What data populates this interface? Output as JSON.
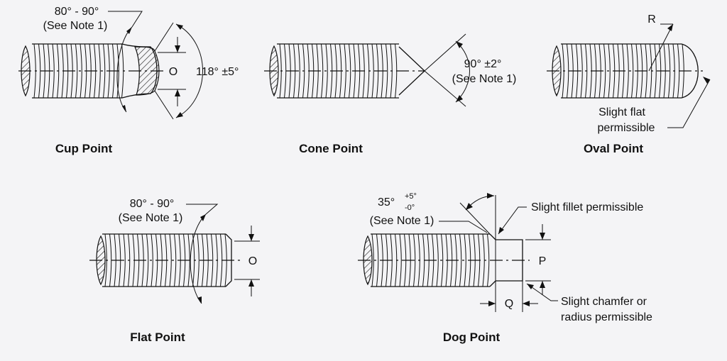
{
  "cup": {
    "title": "Cup Point",
    "angle": "80° - 90°",
    "note": "(See Note 1)",
    "dim": "O",
    "angle2": "118° ±5°"
  },
  "cone": {
    "title": "Cone Point",
    "angle": "90° ±2°",
    "note": "(See Note 1)"
  },
  "oval": {
    "title": "Oval Point",
    "radius": "R",
    "flat_line1": "Slight flat",
    "flat_line2": "permissible"
  },
  "flat": {
    "title": "Flat Point",
    "angle": "80° - 90°",
    "note": "(See Note 1)",
    "dim": "O"
  },
  "dog": {
    "title": "Dog Point",
    "angle": "35°",
    "tol_plus": "+5°",
    "tol_minus": "-0°",
    "note": "(See Note 1)",
    "fillet": "Slight fillet permissible",
    "dim_p": "P",
    "dim_q": "Q",
    "chamfer_line1": "Slight chamfer or",
    "chamfer_line2": "radius permissible"
  }
}
